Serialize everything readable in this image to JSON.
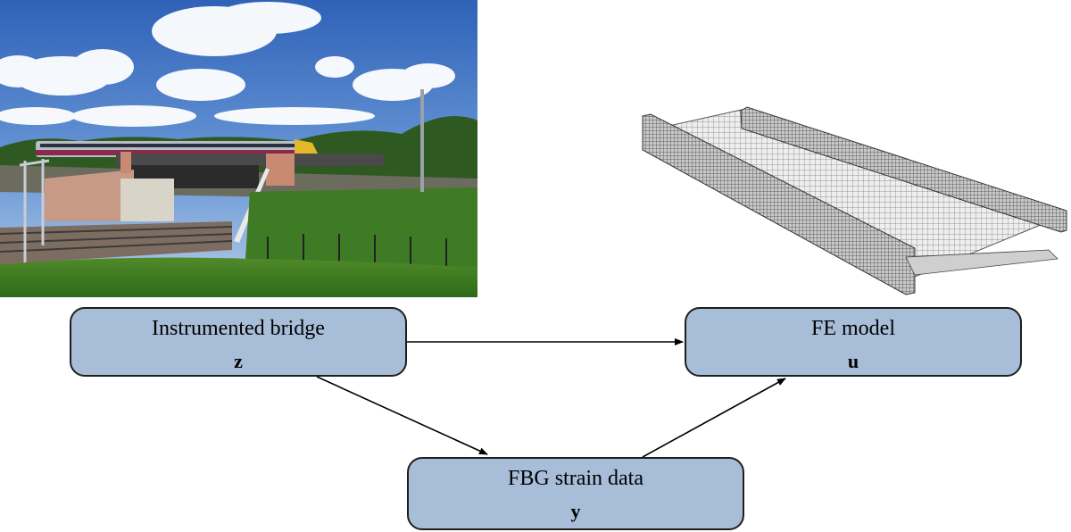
{
  "nodes": {
    "bridge": {
      "title": "Instrumented bridge",
      "symbol": "z"
    },
    "fe_model": {
      "title": "FE model",
      "symbol": "u"
    },
    "fbg": {
      "title": "FBG strain data",
      "symbol": "y"
    }
  },
  "edges": [
    {
      "from": "bridge",
      "to": "fe_model"
    },
    {
      "from": "bridge",
      "to": "fbg"
    },
    {
      "from": "fbg",
      "to": "fe_model"
    }
  ],
  "images": {
    "photo": "railway-bridge-photo",
    "mesh": "fe-mesh-render"
  },
  "colors": {
    "box_fill": "#a7bdd8",
    "box_border": "#1e1e1e",
    "arrow": "#000000"
  }
}
